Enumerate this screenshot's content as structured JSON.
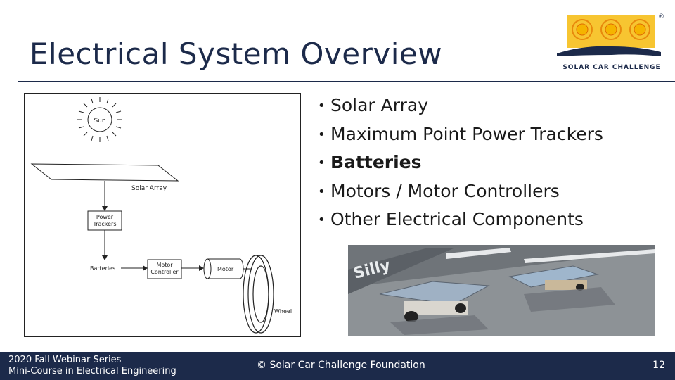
{
  "slide": {
    "title": "Electrical System Overview"
  },
  "logo": {
    "caption": "SOLAR CAR CHALLENGE",
    "registered_mark": "®",
    "sun_color": "#f5b400",
    "ring_color": "#e8890c"
  },
  "diagram": {
    "labels": {
      "sun": "Sun",
      "solar_array": "Solar Array",
      "power_trackers_line1": "Power",
      "power_trackers_line2": "Trackers",
      "batteries": "Batteries",
      "motor_controller_line1": "Motor",
      "motor_controller_line2": "Controller",
      "motor": "Motor",
      "wheel": "Wheel"
    }
  },
  "bullets": [
    {
      "text": "Solar Array",
      "bold": false
    },
    {
      "text": "Maximum Point Power Trackers",
      "bold": false
    },
    {
      "text": "Batteries",
      "bold": true
    },
    {
      "text": "Motors / Motor Controllers",
      "bold": false
    },
    {
      "text": "Other Electrical Components",
      "bold": false
    }
  ],
  "bullet_symbol": "•",
  "footer": {
    "series_line1": "2020 Fall Webinar Series",
    "series_line2": "Mini-Course in Electrical Engineering",
    "copyright": "© Solar Car Challenge Foundation",
    "page_number": "12"
  },
  "colors": {
    "navy": "#1c2a4a"
  }
}
